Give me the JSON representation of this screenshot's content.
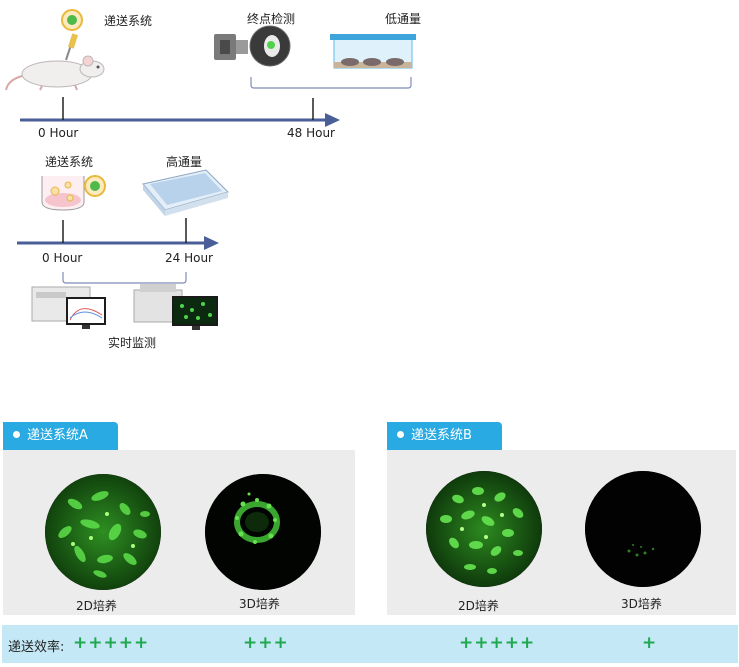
{
  "diagram": {
    "vivo": {
      "delivery_label": "递送系统",
      "endpoint_label": "终点检测",
      "lowthroughput_label": "低通量",
      "t0_label": "0 Hour",
      "t1_label": "48 Hour"
    },
    "vitro": {
      "delivery_label": "递送系统",
      "highthroughput_label": "高通量",
      "t0_label": "0 Hour",
      "t1_label": "24 Hour",
      "realtime_label": "实时监测"
    },
    "colors": {
      "timeline": "#4a5f9a",
      "tag": "#2aaae2",
      "plus": "#1fa84f",
      "fluor": "#39c832"
    }
  },
  "panels": {
    "A": {
      "tag": "递送系统A",
      "cap_2d": "2D培养",
      "cap_3d": "3D培养",
      "eff_2d": "+++++",
      "eff_3d": "+++"
    },
    "B": {
      "tag": "递送系统B",
      "cap_2d": "2D培养",
      "cap_3d": "3D培养",
      "eff_2d": "+++++",
      "eff_3d": "+"
    }
  },
  "efficiency_label": "递送效率:"
}
